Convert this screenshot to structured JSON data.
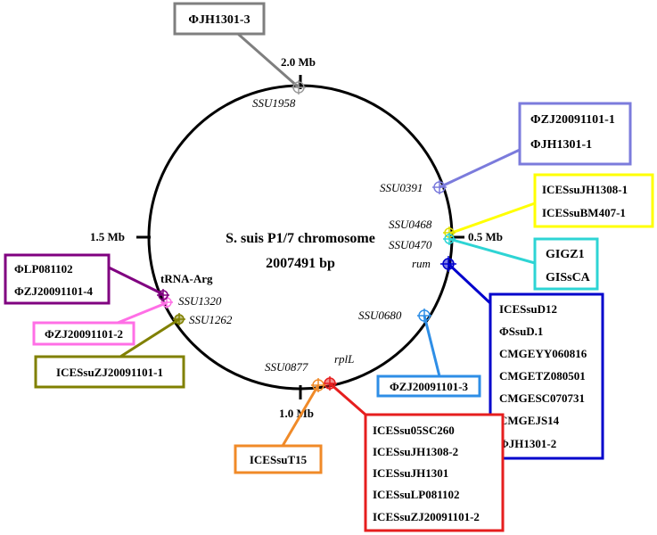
{
  "chromosome": {
    "name": "S. suis P1/7 chromosome",
    "size": "2007491 bp",
    "ticks": [
      "2.0 Mb",
      "0.5 Mb",
      "1.0 Mb",
      "1.5 Mb"
    ]
  },
  "sites": [
    {
      "id": "ssu1958",
      "label": "SSU1958",
      "color": "#7f7f7f"
    },
    {
      "id": "ssu0391",
      "label": "SSU0391",
      "color": "#7b7bdc"
    },
    {
      "id": "ssu0468",
      "label": "SSU0468",
      "color": "#ffff00"
    },
    {
      "id": "ssu0470",
      "label": "SSU0470",
      "color": "#2ed4d4"
    },
    {
      "id": "rum",
      "label": "rum",
      "color": "#0000cc"
    },
    {
      "id": "ssu0680",
      "label": "SSU0680",
      "color": "#2e8ee6"
    },
    {
      "id": "rplL",
      "label": "rplL",
      "color": "#e61e1e"
    },
    {
      "id": "ssu0877",
      "label": "SSU0877",
      "color": "#f08a28"
    },
    {
      "id": "ssu1262",
      "label": "SSU1262",
      "color": "#808000"
    },
    {
      "id": "ssu1320",
      "label": "SSU1320",
      "color": "#ff6fe6"
    },
    {
      "id": "trna_arg",
      "label": "tRNA-Arg",
      "color": "#800080"
    }
  ],
  "boxes": {
    "phijh1301_3": {
      "lines": [
        "ΦJH1301-3"
      ],
      "color": "#7f7f7f"
    },
    "zj_jh": {
      "lines": [
        "ΦZJ20091101-1",
        "ΦJH1301-1"
      ],
      "color": "#7b7bdc"
    },
    "ice_jh_bm": {
      "lines": [
        "ICESsuJH1308-1",
        "ICESsuBM407-1"
      ],
      "color": "#ffff00"
    },
    "gi": {
      "lines": [
        "GIGZ1",
        "GISsCA"
      ],
      "color": "#2ed4d4"
    },
    "rum_box": {
      "lines": [
        "ICESsuD12",
        "ΦSsuD.1",
        "CMGEYY060816",
        "CMGETZ080501",
        "CMGESC070731",
        "CMGEJS14",
        "ΦJH1301-2"
      ],
      "color": "#0000cc"
    },
    "zj3": {
      "lines": [
        "ΦZJ20091101-3"
      ],
      "color": "#2e8ee6"
    },
    "rplL_box": {
      "lines": [
        "ICESsu05SC260",
        "ICESsuJH1308-2",
        "ICESsuJH1301",
        "ICESsuLP081102",
        "ICESsuZJ20091101-2"
      ],
      "color": "#e61e1e"
    },
    "t15": {
      "lines": [
        "ICESsuT15"
      ],
      "color": "#f08a28"
    },
    "ice_zj1": {
      "lines": [
        "ICESsuZJ20091101-1"
      ],
      "color": "#808000"
    },
    "zj2": {
      "lines": [
        "ΦZJ20091101-2"
      ],
      "color": "#ff6fe6"
    },
    "lp_zj4": {
      "lines": [
        "ΦLP081102",
        "ΦZJ20091101-4"
      ],
      "color": "#800080"
    }
  }
}
